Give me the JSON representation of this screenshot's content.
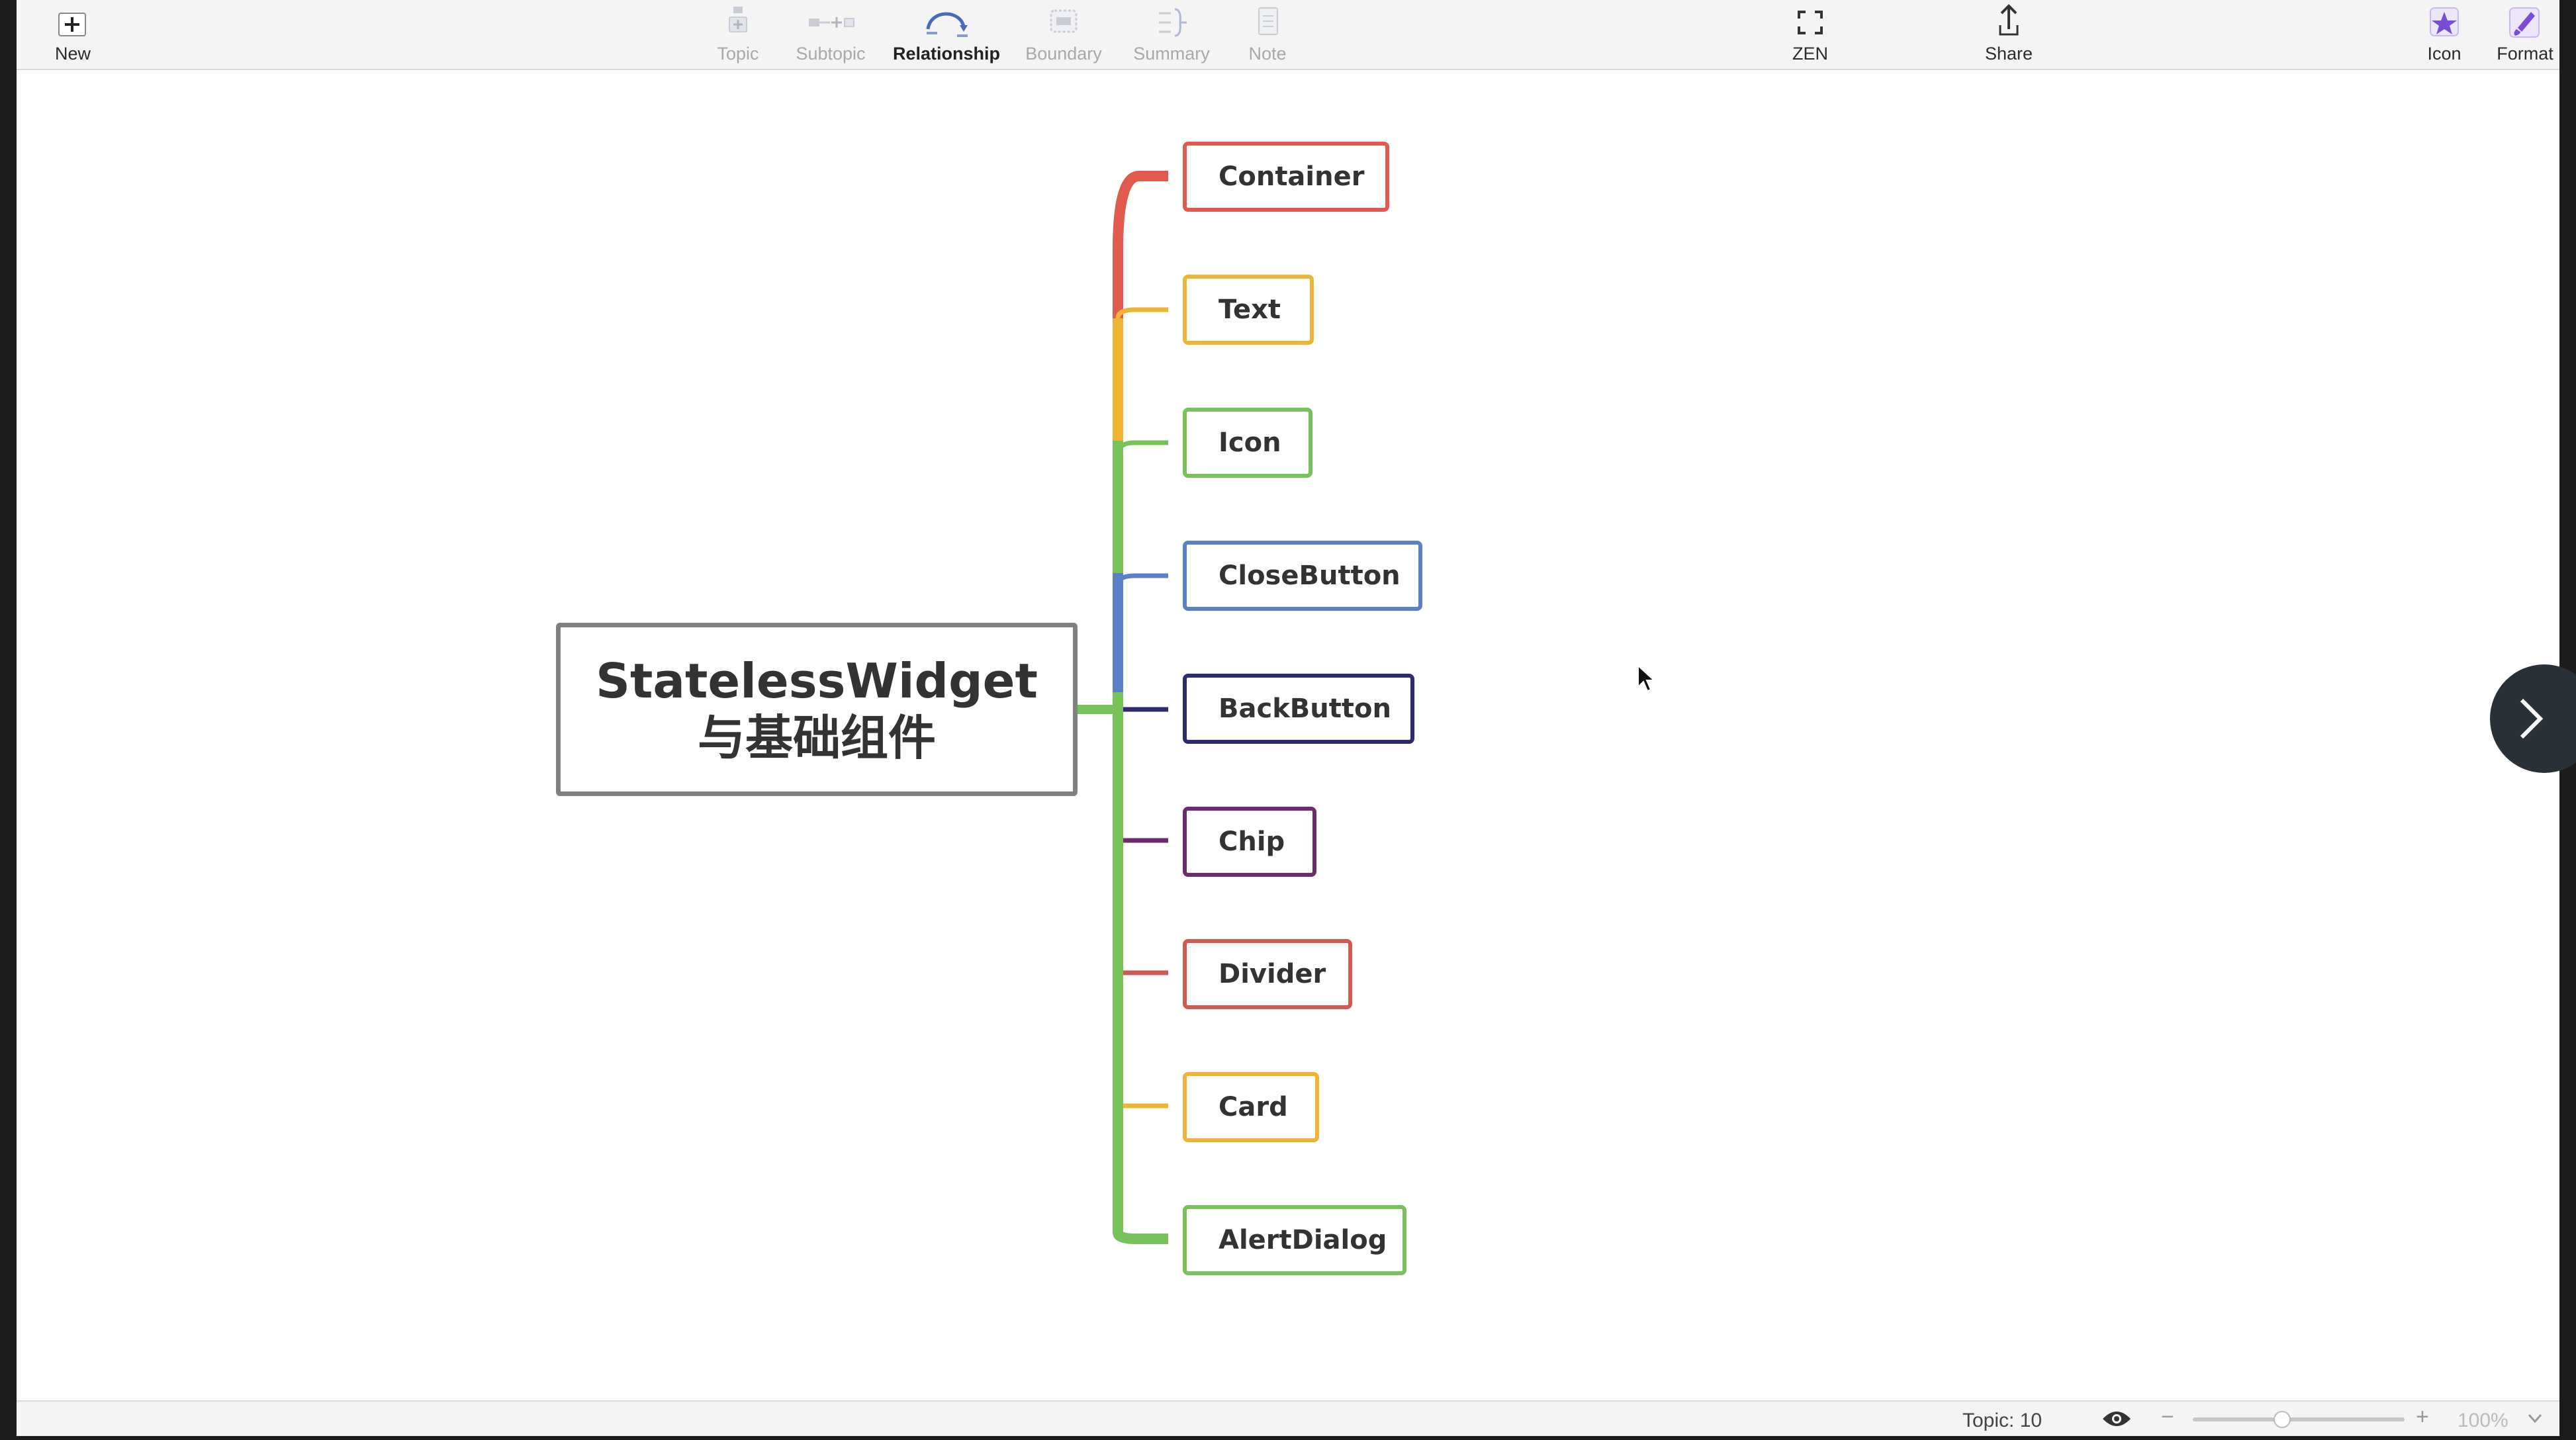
{
  "toolbar": {
    "new_label": "New",
    "topic_label": "Topic",
    "subtopic_label": "Subtopic",
    "relationship_label": "Relationship",
    "boundary_label": "Boundary",
    "summary_label": "Summary",
    "note_label": "Note",
    "zen_label": "ZEN",
    "share_label": "Share",
    "icon_label": "Icon",
    "format_label": "Format"
  },
  "mindmap": {
    "central_topic_line1": "StatelessWidget",
    "central_topic_line2": "与基础组件",
    "subtopics": [
      {
        "label": "Container",
        "color": "#e05a4e"
      },
      {
        "label": "Text",
        "color": "#f0b432"
      },
      {
        "label": "Icon",
        "color": "#76c35a"
      },
      {
        "label": "CloseButton",
        "color": "#5a80c8"
      },
      {
        "label": "BackButton",
        "color": "#2e2a6e"
      },
      {
        "label": "Chip",
        "color": "#6e2a6e"
      },
      {
        "label": "Divider",
        "color": "#d05a50"
      },
      {
        "label": "Card",
        "color": "#f0b432"
      },
      {
        "label": "AlertDialog",
        "color": "#76c35a"
      }
    ]
  },
  "statusbar": {
    "topic_count": "Topic: 10",
    "zoom": "100%"
  },
  "colors": {
    "accent_purple": "#7a4ad8",
    "relationship_blue": "#4a6ab8",
    "trunk_green": "#76c35a"
  }
}
